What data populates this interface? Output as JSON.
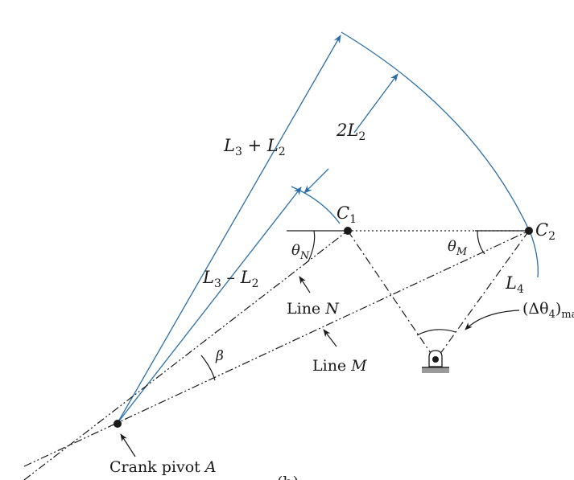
{
  "labels": {
    "l3_plus_l2": {
      "main1": "L",
      "sub1": "3",
      "mid": " + L",
      "sub2": "2"
    },
    "two_l2": {
      "pre": "2L",
      "sub": "2"
    },
    "l3_minus_l2": {
      "main1": "L",
      "sub1": "3",
      "mid": " – L",
      "sub2": "2"
    },
    "c1": {
      "main": "C",
      "sub": "1"
    },
    "c2": {
      "main": "C",
      "sub": "2"
    },
    "theta_n": {
      "main": "θ",
      "sub": "N"
    },
    "theta_m": {
      "main": "θ",
      "sub": "M"
    },
    "l4": {
      "main": "L",
      "sub": "4"
    },
    "delta_theta": {
      "pre": "(Δθ",
      "sub": "4",
      "mid": ")",
      "sub2": "max"
    },
    "line_n": {
      "pre": "Line ",
      "it": "N"
    },
    "line_m": {
      "pre": "Line ",
      "it": "M"
    },
    "beta": "β",
    "crank_pivot": {
      "pre": "Crank pivot ",
      "it": "A"
    },
    "caption_fragment": "(b)"
  },
  "colors": {
    "dimension_line": "#2a6fa8",
    "ink": "#1a1a1a",
    "ground": "#9a9a9a"
  }
}
